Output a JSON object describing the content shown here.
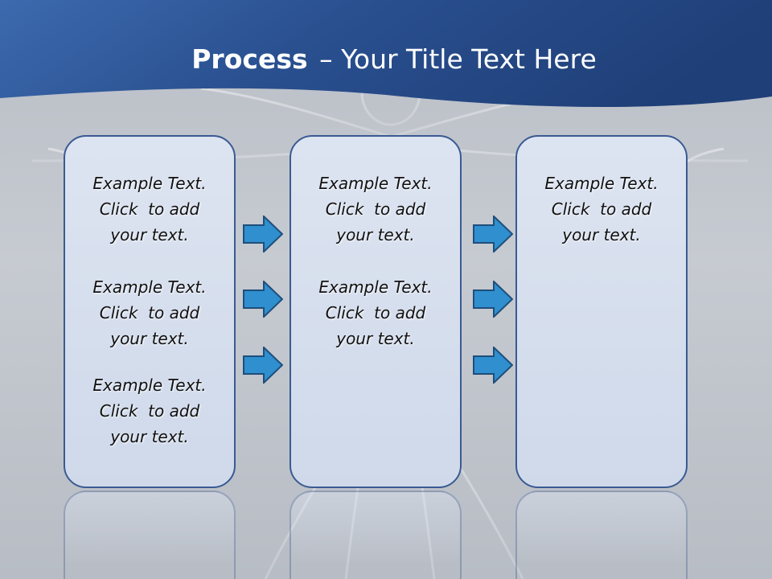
{
  "title": {
    "bold": "Process",
    "rest": "– Your Title Text Here"
  },
  "panels": [
    {
      "blocks": [
        {
          "line1": "Example Text.",
          "line2": "Click  to add",
          "line3": "your text."
        },
        {
          "line1": "Example Text.",
          "line2": "Click  to add",
          "line3": "your text."
        },
        {
          "line1": "Example Text.",
          "line2": "Click  to add",
          "line3": "your text."
        }
      ]
    },
    {
      "blocks": [
        {
          "line1": "Example Text.",
          "line2": "Click  to add",
          "line3": "your text."
        },
        {
          "line1": "Example Text.",
          "line2": "Click  to add",
          "line3": "your text."
        }
      ]
    },
    {
      "blocks": [
        {
          "line1": "Example Text.",
          "line2": "Click  to add",
          "line3": "your text."
        }
      ]
    }
  ],
  "colors": {
    "header": "#2f5a9e",
    "panel_fill": "#d6dfee",
    "panel_border": "#3a5a92",
    "arrow_fill": "#2f8fcf",
    "arrow_stroke": "#1f4e7a"
  }
}
